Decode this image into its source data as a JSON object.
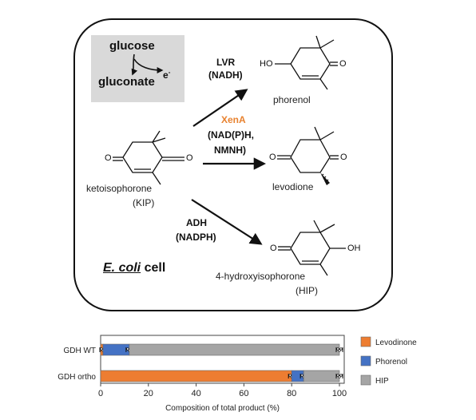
{
  "scheme": {
    "cell_label_italic": "E. coli",
    "cell_label_rest": " cell",
    "cofactor_box": {
      "substrate": "glucose",
      "product": "gluconate",
      "electron": "e",
      "electron_charge": "-"
    },
    "starting_material": {
      "name": "ketoisophorone",
      "abbr": "(KIP)"
    },
    "enzymes": {
      "lvr": {
        "name": "LVR",
        "cofactor": "(NADH)"
      },
      "xena": {
        "name": "XenA",
        "cofactor_line1": "(NAD(P)H,",
        "cofactor_line2": "NMNH)",
        "color": "#e8822f"
      },
      "adh": {
        "name": "ADH",
        "cofactor": "(NADPH)"
      }
    },
    "products": {
      "phorenol": "phorenol",
      "levodione": "levodione",
      "hip_name": "4-hydroxyisophorone",
      "hip_abbr": "(HIP)"
    },
    "atoms": {
      "oxygen": "O",
      "hydroxyl": "OH",
      "hydroxyl_left": "HO"
    }
  },
  "chart_data": {
    "type": "bar",
    "orientation": "horizontal",
    "stacked": true,
    "categories": [
      "GDH WT",
      "GDH ortho"
    ],
    "series": [
      {
        "name": "Levodinone",
        "color": "#ed7d31",
        "values": [
          1,
          80
        ]
      },
      {
        "name": "Phorenol",
        "color": "#4472c4",
        "values": [
          11,
          5
        ]
      },
      {
        "name": "HIP",
        "color": "#a5a5a5",
        "values": [
          88,
          15
        ]
      }
    ],
    "xlabel": "Composition of total product (%)",
    "xlim": [
      0,
      100
    ],
    "xticks": [
      "0",
      "20",
      "40",
      "60",
      "80",
      "100"
    ],
    "legend_position": "right",
    "error_bars": true
  }
}
